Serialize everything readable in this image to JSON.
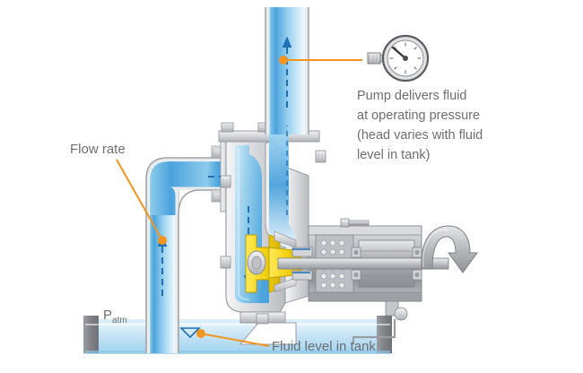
{
  "figure": {
    "type": "technical-cutaway-diagram",
    "subject": "centrifugal pump installation cross-section",
    "background_color": "#ffffff"
  },
  "callouts": {
    "flow_rate": {
      "label": "Flow rate",
      "leader_color": "#f2941d",
      "points_to": "vertical-suction-riser"
    },
    "pump_pressure": {
      "lines": [
        "Pump delivers fluid",
        "at operating pressure",
        "(head varies with fluid",
        "level in tank)"
      ],
      "leader_color": "#f2941d",
      "points_to": "discharge-pipe"
    },
    "fluid_level": {
      "label": "Fluid level in tank",
      "leader_color": "#f2941d",
      "points_to": "tank-fluid-surface"
    },
    "atmospheric_pressure": {
      "symbol": "P",
      "subscript": "atm",
      "label": "Patm"
    }
  },
  "components": {
    "pressure_gauge": {
      "name": "pressure-gauge",
      "face_color": "#ffffff",
      "bezel_color": "#6b6b6b",
      "needle_color": "#3a3a3a"
    },
    "discharge_pipe": {
      "name": "discharge-pipe",
      "fluid_color": "#4ba3dd"
    },
    "suction_pipe": {
      "name": "suction-pipe",
      "fluid_color": "#4ba3dd"
    },
    "pump_casing": {
      "name": "pump-casing",
      "color": "#d8dade"
    },
    "impeller": {
      "name": "impeller",
      "color": "#f5d416"
    },
    "motor": {
      "name": "electric-motor",
      "color": "#9a9da1"
    },
    "tank": {
      "name": "tank",
      "wall_color": "#8a8d91",
      "fluid_color": "#bfe0f4"
    },
    "rotation_arrow": {
      "name": "shaft-rotation-arrow",
      "color": "#b9bcc0"
    },
    "flow_arrows": {
      "name": "flow-direction-arrows",
      "color": "#1f6fb5",
      "style": "dashed"
    }
  },
  "colors": {
    "accent_orange": "#f2941d",
    "text_gray": "#6d6e71",
    "fluid_blue": "#4ba3dd",
    "metal_gray": "#d8dade",
    "impeller_yellow": "#f5d416"
  }
}
